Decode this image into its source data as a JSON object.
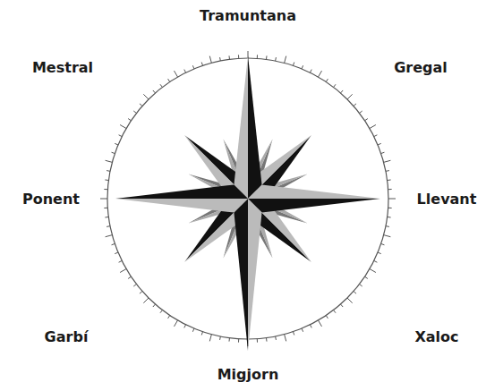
{
  "diagram": {
    "labels": [
      "Tramuntana",
      "Gregal",
      "Llevant",
      "Xaloc",
      "Migjorn",
      "Garbí",
      "Ponent",
      "Mestral"
    ]
  }
}
